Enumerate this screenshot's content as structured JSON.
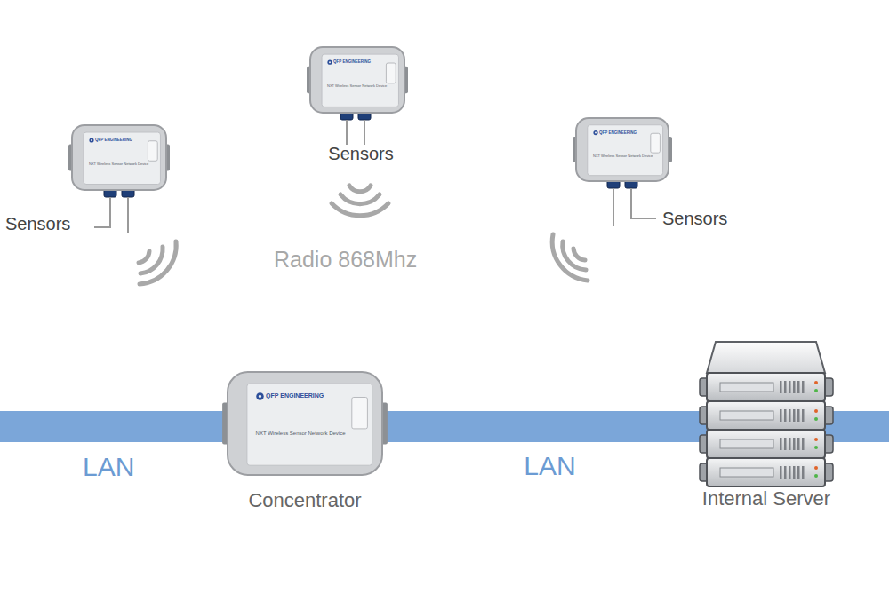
{
  "diagram": {
    "nodes": [
      {
        "text": [
          "QFP ENGINEERING",
          "NXT Wireless Sensor Network Device"
        ]
      },
      {
        "text": [
          "QFP ENGINEERING",
          "NXT Wireless Sensor Network Device"
        ]
      },
      {
        "text": [
          "QFP ENGINEERING",
          "NXT Wireless Sensor Network Device"
        ]
      },
      {
        "text": [
          "QFP ENGINEERING",
          "NXT Wireless Sensor Network Device",
          "Concentrator"
        ]
      },
      {
        "text": [
          "Internal Server"
        ]
      }
    ],
    "edges": [
      {
        "from": 3,
        "to": 4,
        "arrow": "none",
        "label": "LAN"
      }
    ],
    "labels": [
      "Sensors",
      "Sensors",
      "Radio 868Mhz",
      "Sensors",
      "LAN"
    ]
  }
}
